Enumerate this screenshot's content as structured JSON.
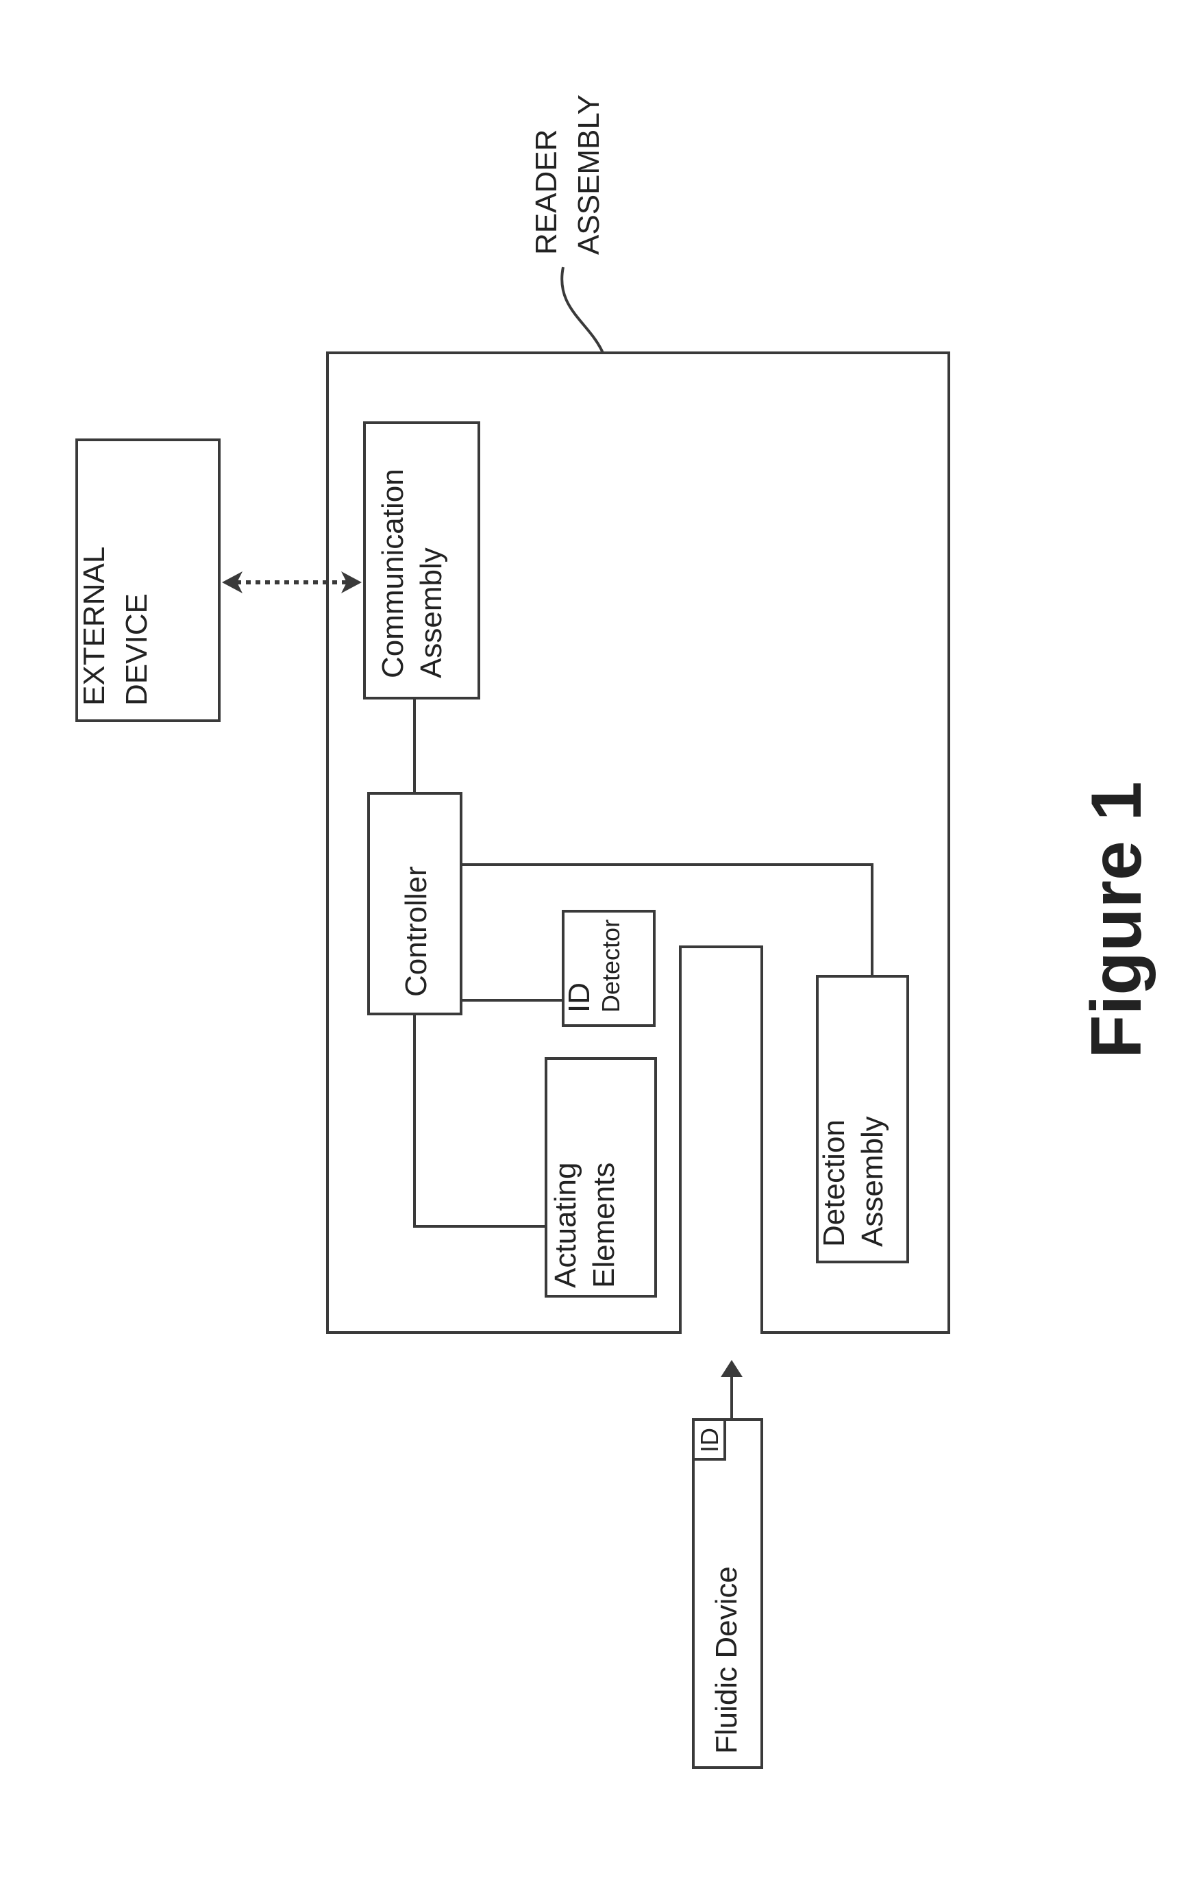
{
  "figure": {
    "caption": "Figure 1",
    "reader_assembly": [
      "READER",
      "ASSEMBLY"
    ],
    "external_device": [
      "EXTERNAL",
      "DEVICE"
    ],
    "communication_assembly": [
      "Communication",
      "Assembly"
    ],
    "controller": "Controller",
    "id_detector": [
      "ID",
      "Detector"
    ],
    "actuating_elements": [
      "Actuating",
      "Elements"
    ],
    "detection_assembly": [
      "Detection",
      "Assembly"
    ],
    "fluidic_device": "Fluidic Device",
    "id_tag": "ID"
  }
}
